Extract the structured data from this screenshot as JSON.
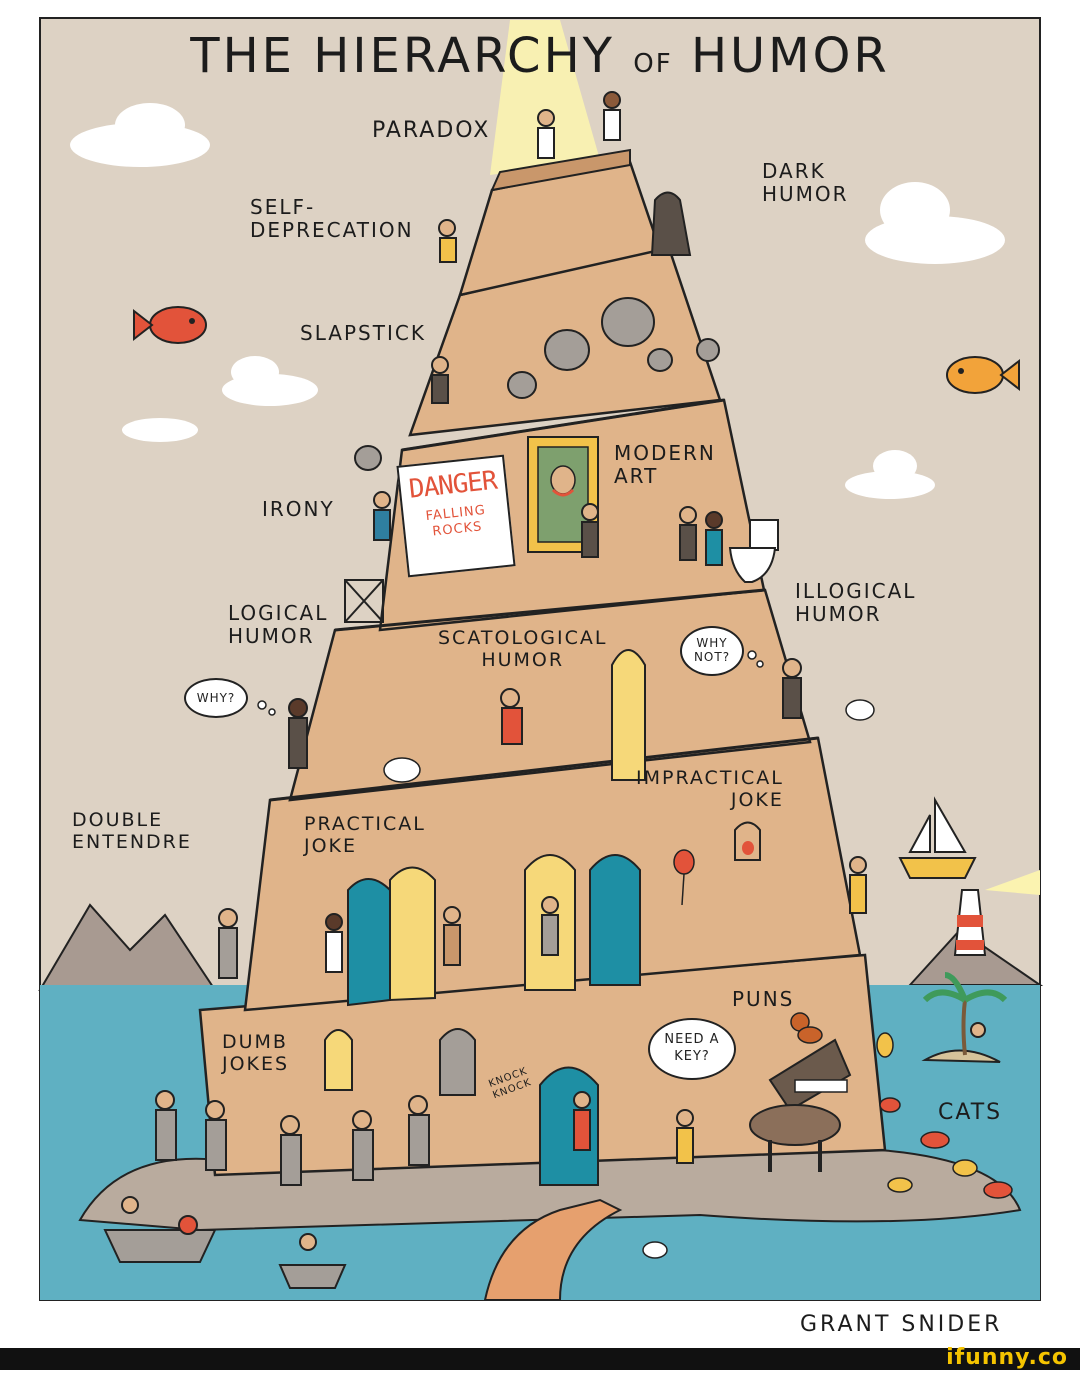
{
  "title": {
    "main": "THE HIERARCHY",
    "of": "OF",
    "end": "HUMOR"
  },
  "labels": {
    "paradox": "PARADOX",
    "self_deprecation": "SELF-\nDEPRECATION",
    "dark_humor": "DARK\nHUMOR",
    "slapstick": "SLAPSTICK",
    "modern_art": "MODERN\nART",
    "irony": "IRONY",
    "logical_humor": "LOGICAL\nHUMOR",
    "scatological_humor": "SCATOLOGICAL\nHUMOR",
    "illogical_humor": "ILLOGICAL\nHUMOR",
    "double_entendre": "DOUBLE\nENTENDRE",
    "practical_joke": "PRACTICAL\nJOKE",
    "impractical_joke": "IMPRACTICAL\nJOKE",
    "puns": "PUNS",
    "dumb_jokes": "DUMB\nJOKES",
    "cats": "CATS"
  },
  "signs": {
    "danger": "DANGER",
    "falling_rocks": "FALLING\nROCKS"
  },
  "bubbles": {
    "why": "WHY?",
    "why_not": "WHY\nNOT?",
    "need_a_key": "NEED A\nKEY?",
    "knock_knock": "KNOCK\nKNOCK"
  },
  "credit": "GRANT SNIDER",
  "watermark": "ifunny.co",
  "colors": {
    "sky": "#ddd2c4",
    "sea": "#5fb0c2",
    "tower": "#e0b48a",
    "tower_shade": "#c9976b",
    "rock_island": "#b9ab9e",
    "accent_orange": "#e2533a",
    "door_teal": "#1e8fa4",
    "door_yellow": "#f6d879"
  }
}
